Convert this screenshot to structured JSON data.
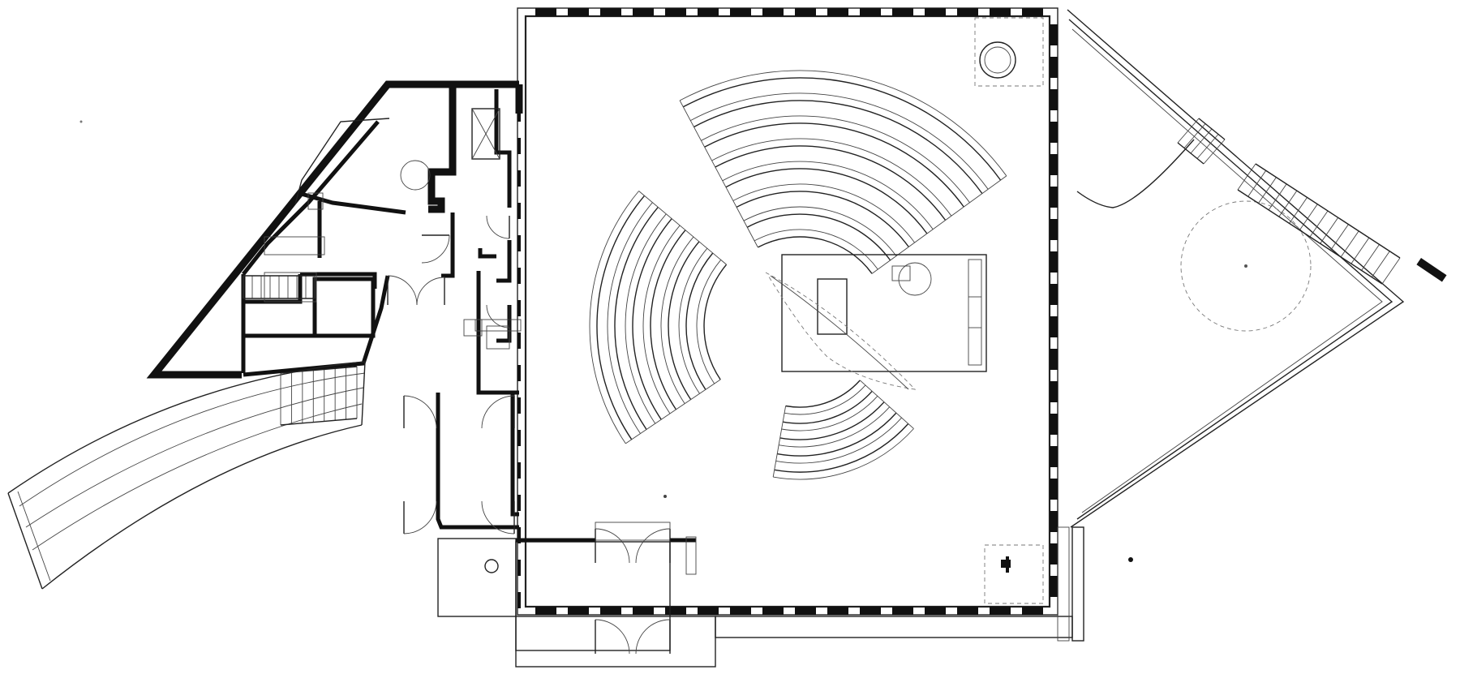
{
  "drawing": {
    "kind": "architectural floor plan",
    "line_color": "#111111",
    "background": "#ffffff",
    "seating_banks": [
      {
        "id": "north",
        "rows": 8
      },
      {
        "id": "west",
        "rows": 7
      },
      {
        "id": "south",
        "rows": 5
      }
    ],
    "stairs": [
      {
        "id": "southwest-ramp-stair",
        "treads": 7
      },
      {
        "id": "east-exterior-stair",
        "treads": 14
      },
      {
        "id": "east-upper-landing-stair",
        "treads": 4
      },
      {
        "id": "west-interior-stair",
        "treads": 8
      }
    ],
    "icons": [
      "door-swing-icon",
      "column-circle-icon",
      "fixture-icon",
      "seat-icon"
    ]
  }
}
